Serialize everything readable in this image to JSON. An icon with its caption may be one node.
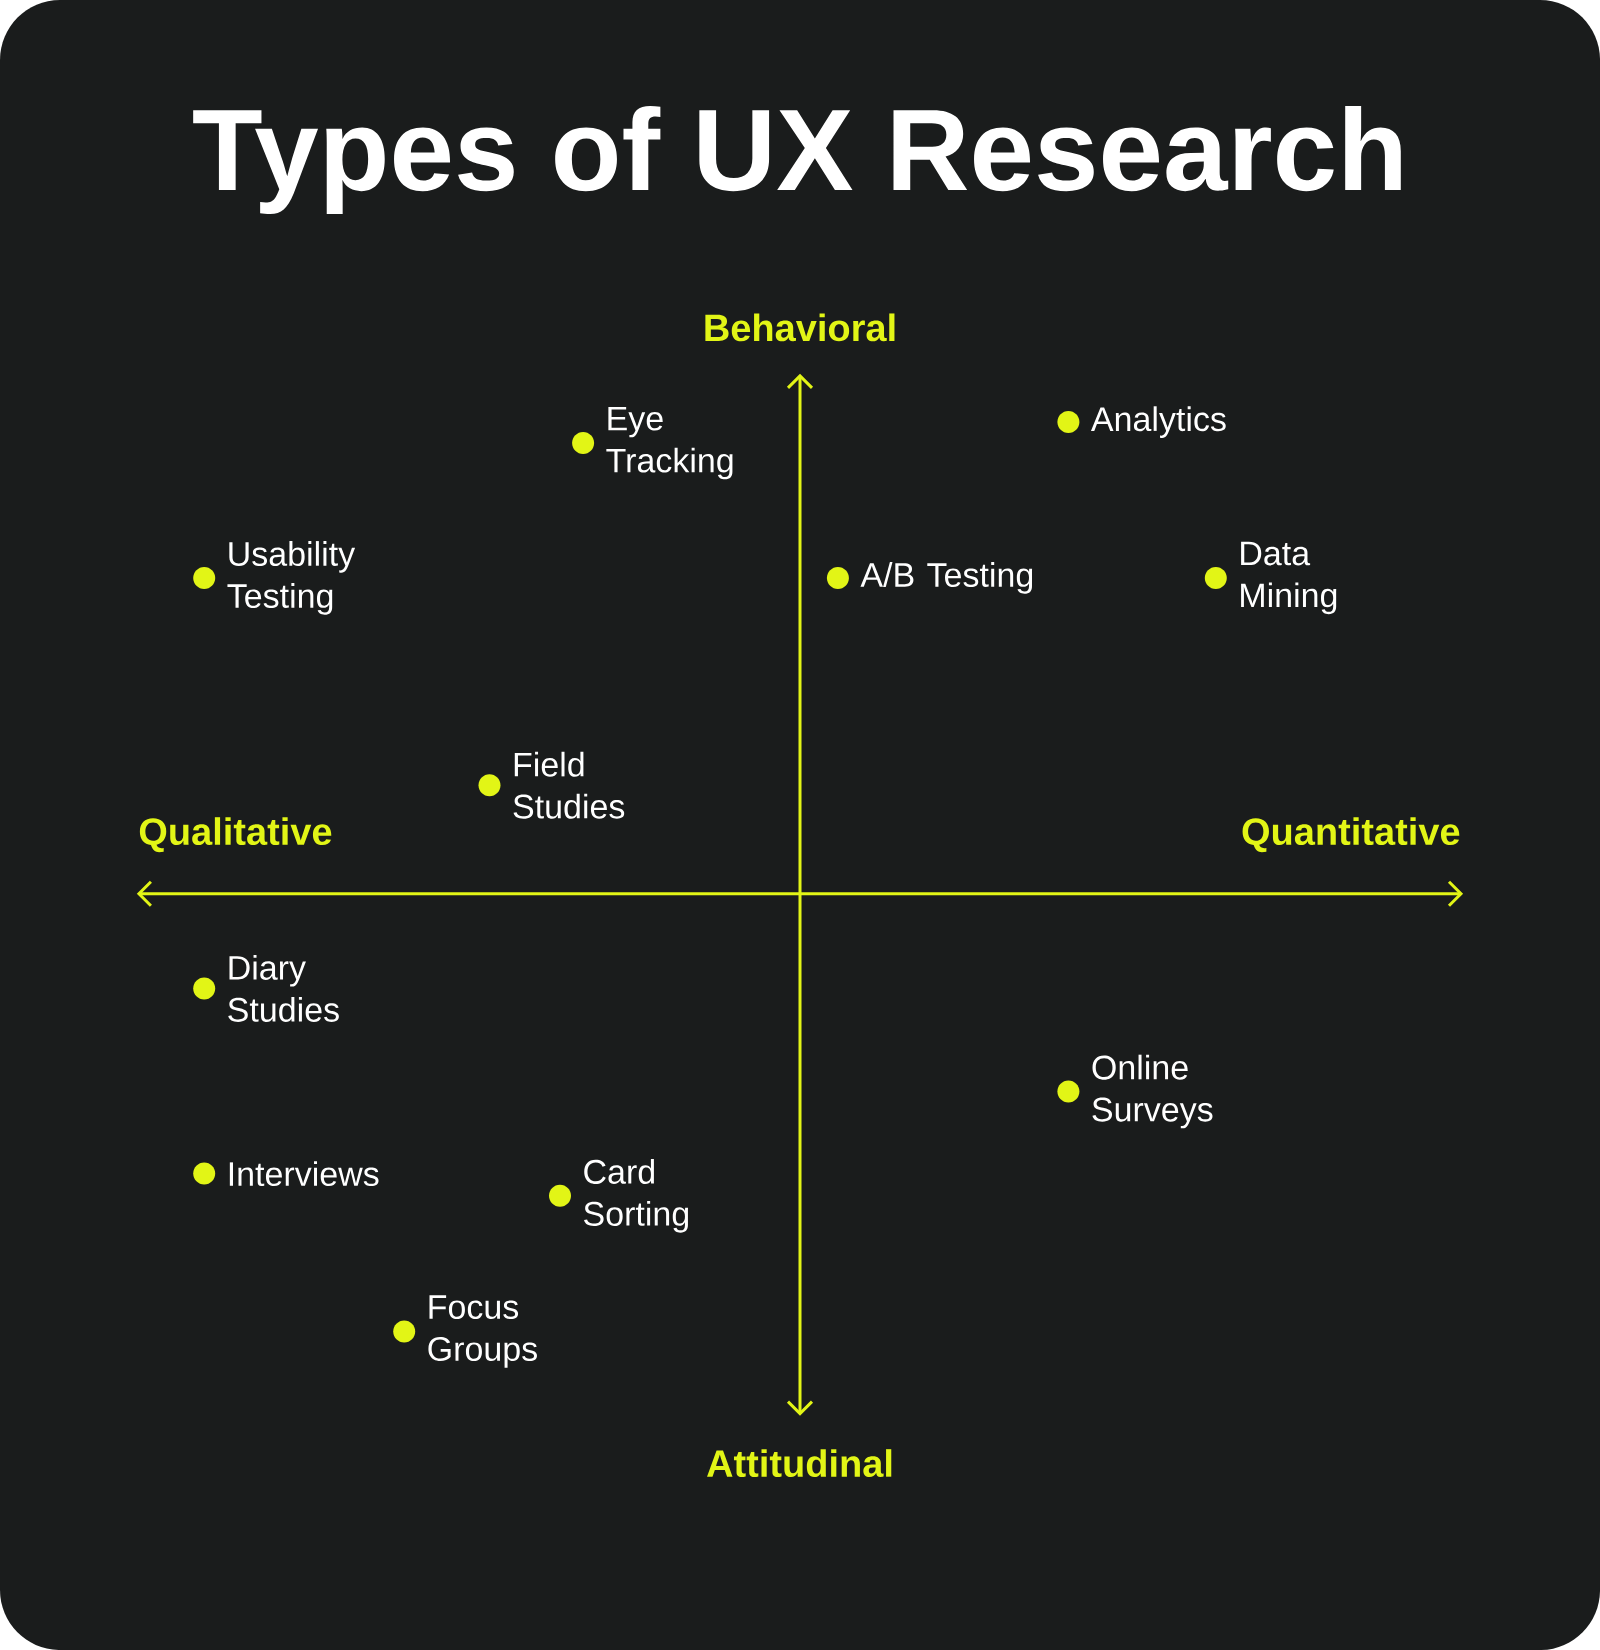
{
  "diagram": {
    "title": "Types of UX Research",
    "labels": [
      "Behavioral",
      "Eye Tracking",
      "Analytics",
      "Usability Testing",
      "A/B Testing",
      "Data Mining",
      "Field Studies",
      "Qualitative",
      "Quantitative",
      "Diary Studies",
      "Online Surveys",
      "Interviews",
      "Card Sorting",
      "Focus Groups",
      "Attitudinal"
    ]
  }
}
